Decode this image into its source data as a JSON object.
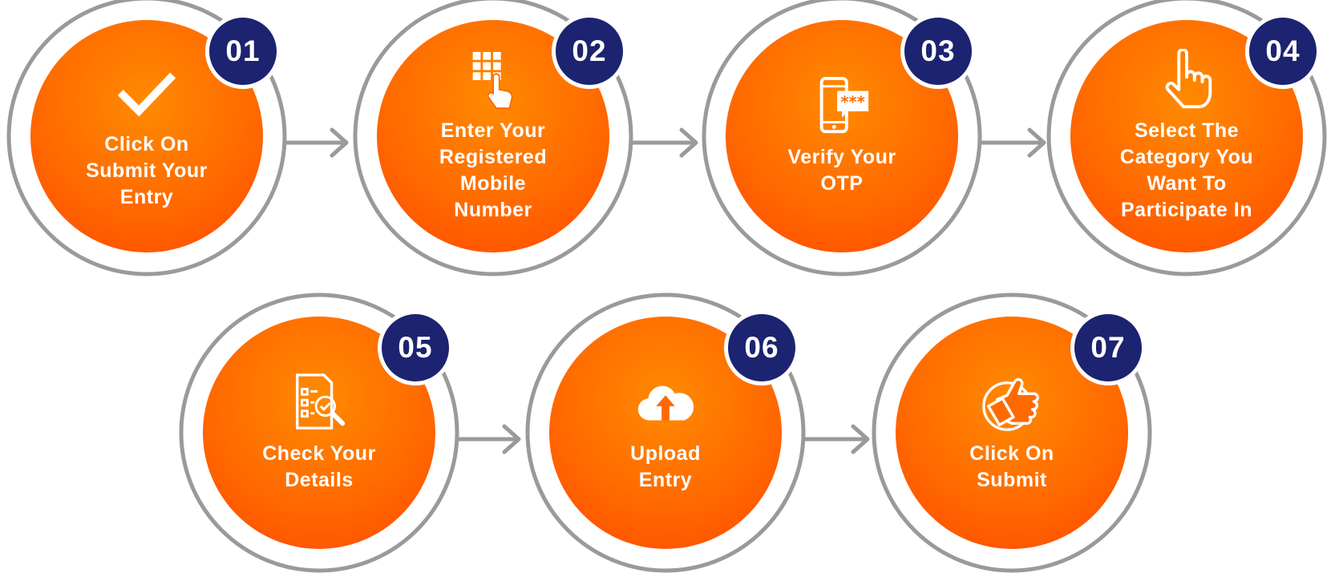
{
  "colors": {
    "orange_top": "#ff8a00",
    "orange_bottom": "#ff4800",
    "badge_navy": "#1c2370",
    "ring_gray": "#9a9a9a",
    "text_white": "#ffffff"
  },
  "steps": [
    {
      "number": "01",
      "label": "Click On\nSubmit Your\nEntry",
      "icon": "checkmark-icon"
    },
    {
      "number": "02",
      "label": "Enter Your\nRegistered\nMobile\nNumber",
      "icon": "keypad-tap-icon"
    },
    {
      "number": "03",
      "label": "Verify Your\nOTP",
      "icon": "phone-otp-icon"
    },
    {
      "number": "04",
      "label": "Select The\nCategory You\nWant To\nParticipate In",
      "icon": "pointing-hand-icon"
    },
    {
      "number": "05",
      "label": "Check Your\nDetails",
      "icon": "document-magnifier-icon"
    },
    {
      "number": "06",
      "label": "Upload\nEntry",
      "icon": "cloud-upload-icon"
    },
    {
      "number": "07",
      "label": "Click On\nSubmit",
      "icon": "thumbs-up-icon"
    }
  ]
}
